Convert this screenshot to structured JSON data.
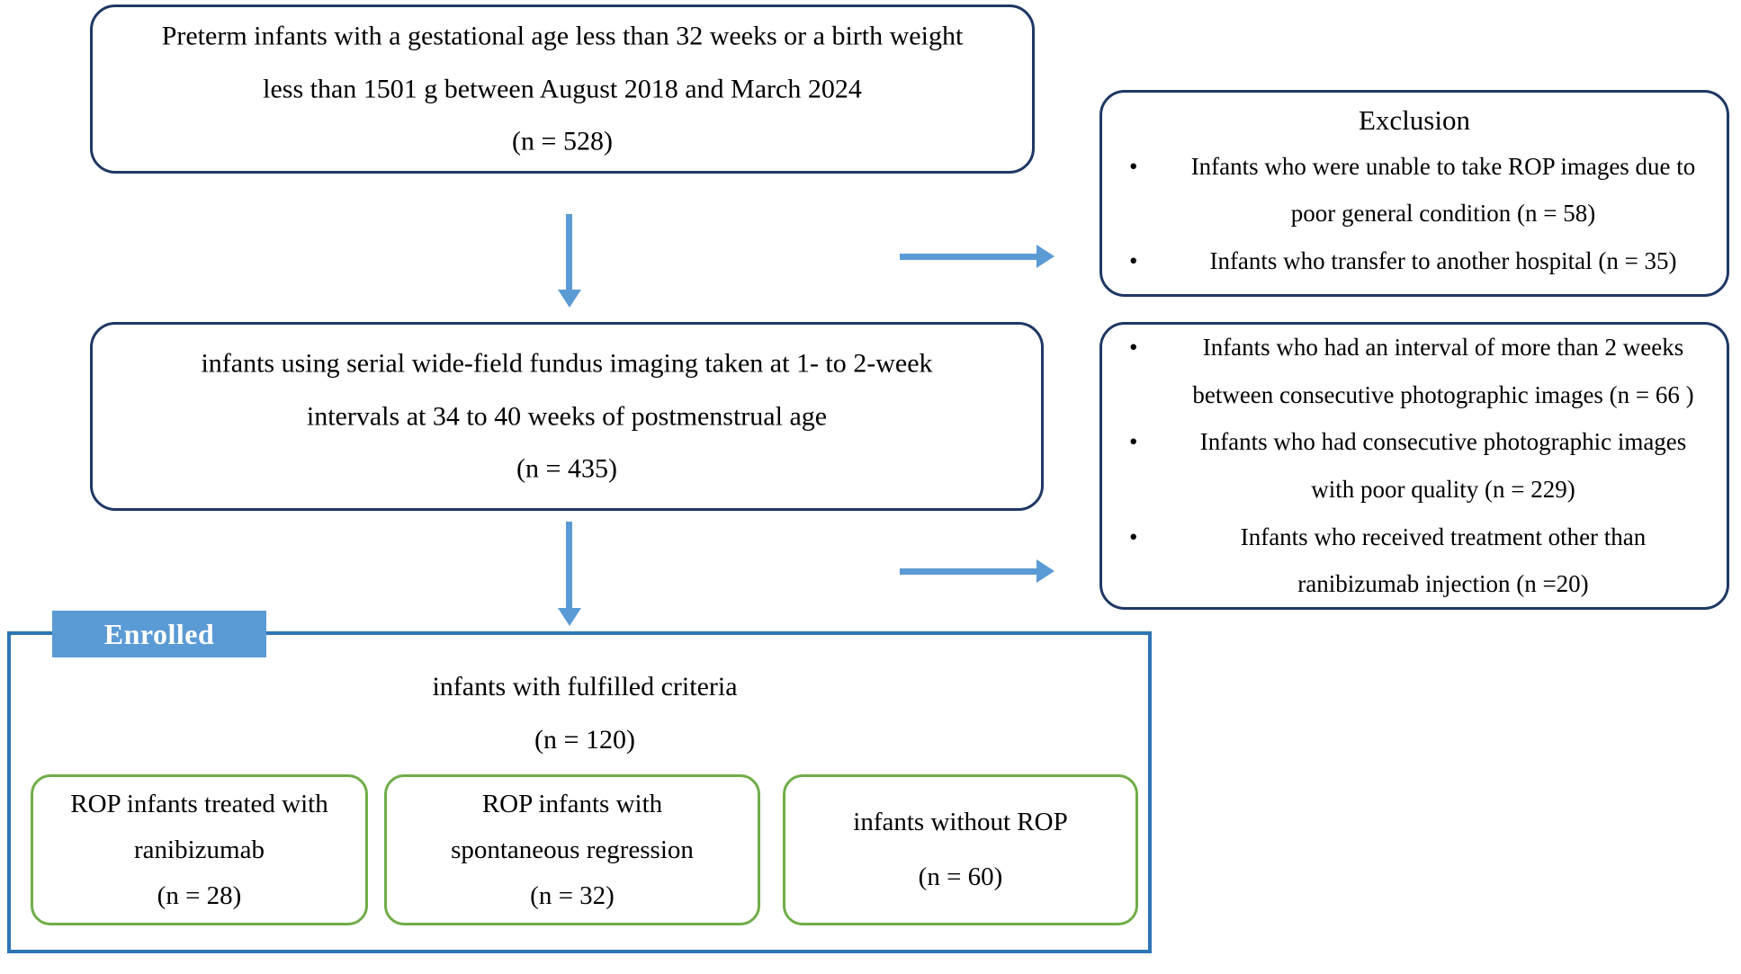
{
  "diagram": {
    "type": "study-flow-diagram",
    "colors": {
      "box_border_navy": "#1F3864",
      "box_border_green": "#70AD47",
      "arrow_blue": "#5B9BD5",
      "container_blue": "#2E75B6",
      "badge_fill": "#5B9BD5",
      "badge_text": "#FFFFFF",
      "background": "#FFFFFF"
    },
    "nodes": {
      "source_population": {
        "lines": [
          "Preterm infants with a gestational age less than 32 weeks or a birth weight",
          "less than 1501 g between August 2018 and March 2024",
          "(n = 528)"
        ]
      },
      "imaging_population": {
        "lines": [
          "infants using serial wide-field fundus imaging taken at 1- to 2-week",
          "intervals at 34 to 40 weeks of postmenstrual age",
          "(n = 435)"
        ]
      },
      "enrolled_badge": {
        "label": "Enrolled"
      },
      "enrolled_population": {
        "lines": [
          "infants with fulfilled criteria",
          "(n = 120)"
        ]
      },
      "group_ranibizumab": {
        "lines": [
          "ROP infants treated with",
          "ranibizumab",
          "(n = 28)"
        ]
      },
      "group_spontaneous": {
        "lines": [
          "ROP infants with",
          "spontaneous regression",
          "(n = 32)"
        ]
      },
      "group_no_rop": {
        "lines": [
          "infants without ROP",
          "(n = 60)"
        ]
      },
      "exclusion_1": {
        "title": "Exclusion",
        "bullet_glyph": "•",
        "items": [
          [
            "Infants who were unable to take ROP images due to",
            "poor general condition  (n = 58)"
          ],
          [
            "Infants who transfer to another hospital (n = 35)"
          ]
        ]
      },
      "exclusion_2": {
        "title": "",
        "bullet_glyph": "•",
        "items": [
          [
            "Infants who had an interval of more than 2 weeks",
            "between consecutive photographic images (n = 66 )"
          ],
          [
            "Infants who had consecutive photographic images",
            "with poor quality (n = 229)"
          ],
          [
            "Infants who received treatment other than",
            "ranibizumab injection (n =20)"
          ]
        ]
      }
    }
  }
}
